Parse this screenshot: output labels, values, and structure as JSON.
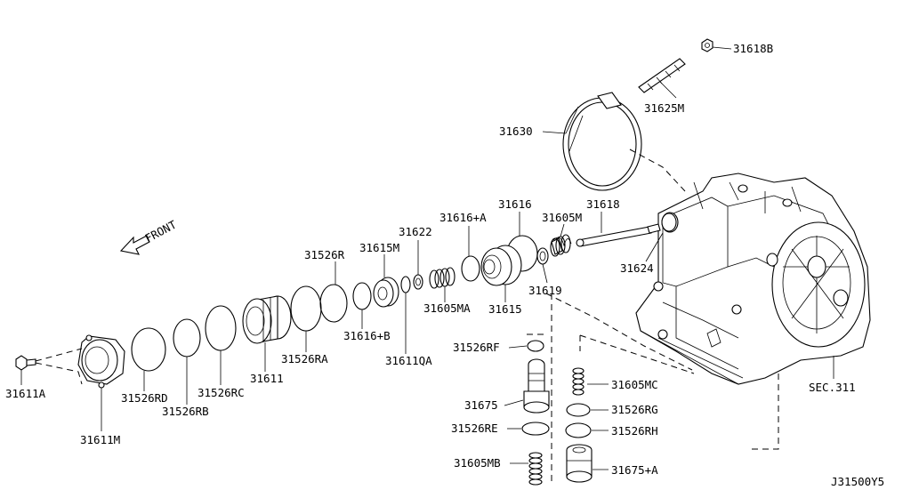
{
  "diagram": {
    "front_label": "FRONT",
    "drawing_code": "J31500Y5",
    "parts": {
      "p31618B": "31618B",
      "p31625M": "31625M",
      "p31630": "31630",
      "p31618": "31618",
      "p31616": "31616",
      "p31616A": "31616+A",
      "p31605M": "31605M",
      "p31622": "31622",
      "p31615M": "31615M",
      "p31526R": "31526R",
      "p31624": "31624",
      "p31619": "31619",
      "p31605MA": "31605MA",
      "p31615": "31615",
      "p31616B": "31616+B",
      "p31611QA": "31611QA",
      "p31526RA": "31526RA",
      "p31611": "31611",
      "p31526RC": "31526RC",
      "p31526RD": "31526RD",
      "p31526RB": "31526RB",
      "p31611A": "31611A",
      "p31611M": "31611M",
      "p31526RF": "31526RF",
      "p31675": "31675",
      "p31526RE": "31526RE",
      "p31605MB": "31605MB",
      "p31605MC": "31605MC",
      "p31526RG": "31526RG",
      "p31526RH": "31526RH",
      "p31675A": "31675+A",
      "sec311": "SEC.311"
    }
  }
}
